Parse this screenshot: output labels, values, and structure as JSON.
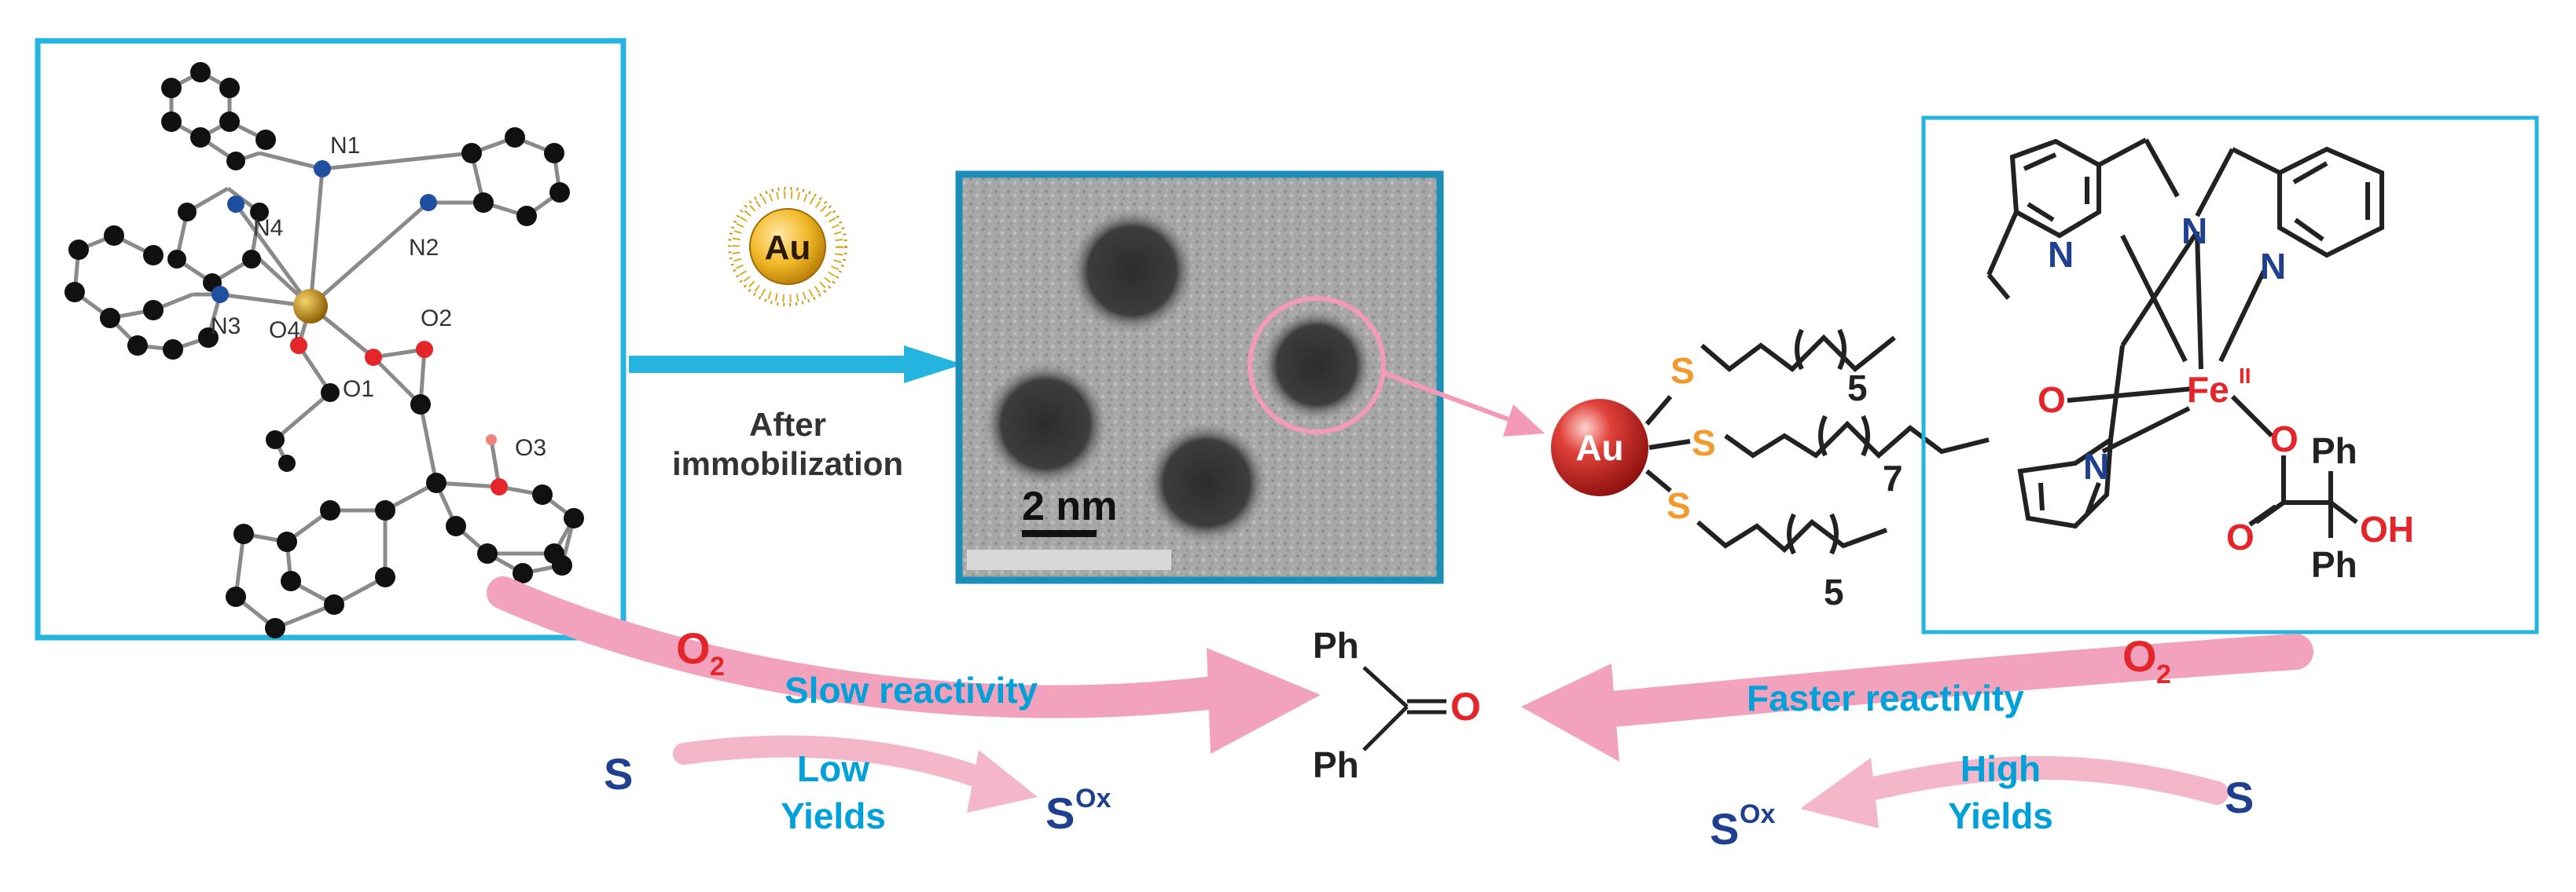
{
  "crystal": {
    "atoms": [
      "N1",
      "N2",
      "N3",
      "N4",
      "O1",
      "O2",
      "O3",
      "O4"
    ]
  },
  "nanoparticle": {
    "badge": "Au",
    "step": [
      "After",
      "immobilization"
    ]
  },
  "tem": {
    "scale_bar": "2 nm"
  },
  "complex": {
    "core": "Au",
    "thiol": "S",
    "chain_counts": [
      "5",
      "7",
      "5"
    ],
    "metal": "Fe",
    "metal_ox": "II",
    "pyridine_n": "N",
    "amine_n": "N",
    "ether_o": "O",
    "carboxyl_o": "O",
    "carbonyl_o": "O",
    "phenyl": "Ph",
    "hydroxyl": "OH"
  },
  "reaction": {
    "oxidant": "O",
    "oxidant_sub": "2",
    "substrate": "S",
    "oxidized_base": "S",
    "oxidized_sup": "Ox",
    "left_rate": "Slow reactivity",
    "left_yield": [
      "Low",
      "Yields"
    ],
    "right_rate": "Faster reactivity",
    "right_yield": [
      "High",
      "Yields"
    ],
    "product_ph": "Ph",
    "product_o": "O"
  },
  "colors": {
    "frame": "#25b4e0",
    "cyan_text": "#00a0d8",
    "navy_text": "#1f3f8f",
    "red_text": "#e4262a",
    "sulfur": "#f29a2e",
    "arrow_pink": "#f2a2bd"
  }
}
